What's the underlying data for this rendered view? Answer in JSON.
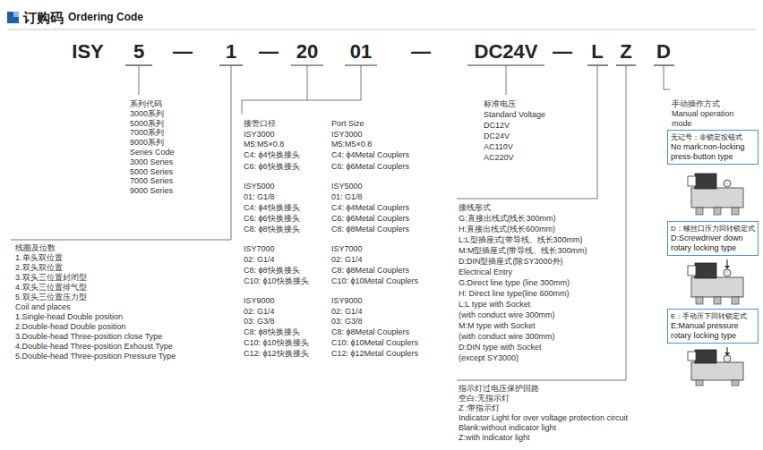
{
  "diagram": {
    "title": "订购码",
    "nodes": [
      {
        "text": [
          "无记号：非锁定按钮式",
          "No mark:non-locking press-button type"
        ]
      },
      {
        "text": [
          "D：螺丝口压力回转锁定式",
          "D:Screwdriver down rotary locking type"
        ]
      },
      {
        "text": [
          "E：手动压下回转锁定式",
          "E:Manual pressure rotary locking type"
        ]
      }
    ],
    "labels": [
      "Ordering Code",
      "ISY",
      "5",
      "—",
      "1",
      "—",
      "20",
      "01",
      "—",
      "DC24V",
      "—",
      "L",
      "Z",
      "D",
      "系列代码",
      "3000系列",
      "5000系列",
      "7000系列",
      "9000系列",
      "Series Code",
      "3000 Series",
      "5000 Series",
      "7000 Series",
      "9000 Series",
      "线圈及位数",
      "1.单头双位置",
      "2.双头双位置",
      "3.双头三位置封闭型",
      "4.双头三位置排气型",
      "5.双头三位置压力型",
      "Coil and places",
      "1.Single-head Double position",
      "2.Double-head Double position",
      "3.Double-head Three-position close Type",
      "4.Double-head Three-position Exhoust Type",
      "5.Double-head Three-position Pressure Type",
      "接管口径",
      "ISY3000",
      "M5:M5×0.8",
      "C4: ϕ4快换接头",
      "C6: ϕ6快换接头",
      "ISY5000",
      "01: G1/8",
      "C4: ϕ4快换接头",
      "C6: ϕ6快换接头",
      "C8: ϕ8快换接头",
      "ISY7000",
      "02: G1/4",
      "C8: ϕ8快换接头",
      "C10: ϕ10快换接头",
      "ISY9000",
      "02: G1/4",
      "03: G3/8",
      "C8: ϕ8快换接头",
      "C10: ϕ10快换接头",
      "C12: ϕ12快换接头",
      "Port Size",
      "ISY3000",
      "M5:M5×0.8",
      "C4: ϕ4Metal Couplers",
      "C6: ϕ6Metal Couplers",
      "ISY5000",
      "01: G1/8",
      "C4: ϕ4Metal Couplers",
      "C6: ϕ6Metal Couplers",
      "C8: ϕ8Metal Couplers",
      "ISY7000",
      "02: G1/4",
      "C8: ϕ8Metal Couplers",
      "C10: ϕ10Metal Couplers",
      "ISY9000",
      "02: G1/4",
      "03: G3/8",
      "C8: ϕ8Metal Couplers",
      "C10: ϕ10Metal Couplers",
      "C12: ϕ12Metal Couplers",
      "标准电压",
      "Standard Voltage",
      "DC12V",
      "DC24V",
      "AC110V",
      "AC220V",
      "手动操作方式",
      "Manual operation",
      "mode",
      "接线形式",
      "G:直接出线式(线长300mm)",
      "H:直接出线式(线长600mm)",
      "L:L型插座式(带导线、线长300mm)",
      "M:M型插座式(带导线、线长300mm)",
      "D:DIN型插座式(除SY3000外)",
      "Electrical Entry",
      "G:Direct line type (line 300mm)",
      "H: Direct line type(line 600mm)",
      "L:L type with Socket",
      "(with conduct wire 300mm)",
      "M:M type with Socket",
      "(with conduct wire 300mm)",
      "D:DIN type with Socket",
      "(except SY3000)",
      "指示灯过电压保护回路",
      "空白:无指示灯",
      "Z  :带指示灯",
      "Indicator Light for over voltage protection circuit",
      "Blank:without indicator light",
      "Z:with indicator light"
    ]
  }
}
